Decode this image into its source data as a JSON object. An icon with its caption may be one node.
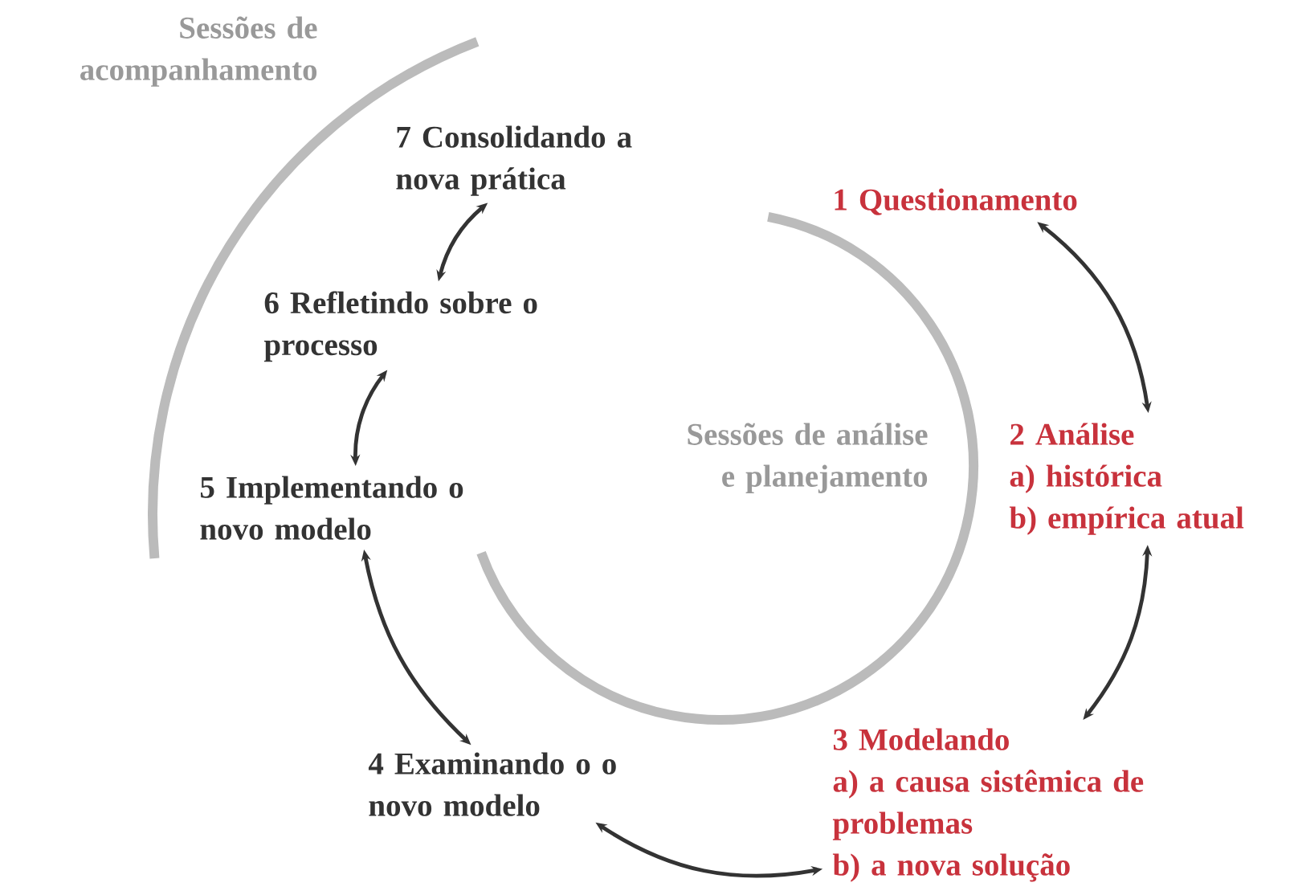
{
  "diagram": {
    "nodes": [
      {
        "text": [
          "1 Questionamento"
        ]
      },
      {
        "text": [
          "2 Análise",
          "a) histórica",
          "b) empírica atual"
        ]
      },
      {
        "text": [
          "3 Modelando",
          "a) a causa sistêmica de problemas",
          "b) a nova solução"
        ]
      },
      {
        "text": [
          "4 Examinando o o novo modelo"
        ]
      },
      {
        "text": [
          "5 Implementando o novo modelo"
        ]
      },
      {
        "text": [
          "6 Refletindo sobre o processo"
        ]
      },
      {
        "text": [
          "7 Consolidando a nova prática"
        ]
      }
    ],
    "edges": [
      {
        "from": 0,
        "to": 1,
        "arrow": "both"
      },
      {
        "from": 1,
        "to": 2,
        "arrow": "both"
      },
      {
        "from": 2,
        "to": 3,
        "arrow": "both"
      },
      {
        "from": 3,
        "to": 4,
        "arrow": "both"
      },
      {
        "from": 4,
        "to": 5,
        "arrow": "both"
      },
      {
        "from": 5,
        "to": 6,
        "arrow": "both"
      }
    ],
    "labels": [
      "Sessões de acompanhamento",
      "Sessões de análise e planejamento"
    ]
  }
}
